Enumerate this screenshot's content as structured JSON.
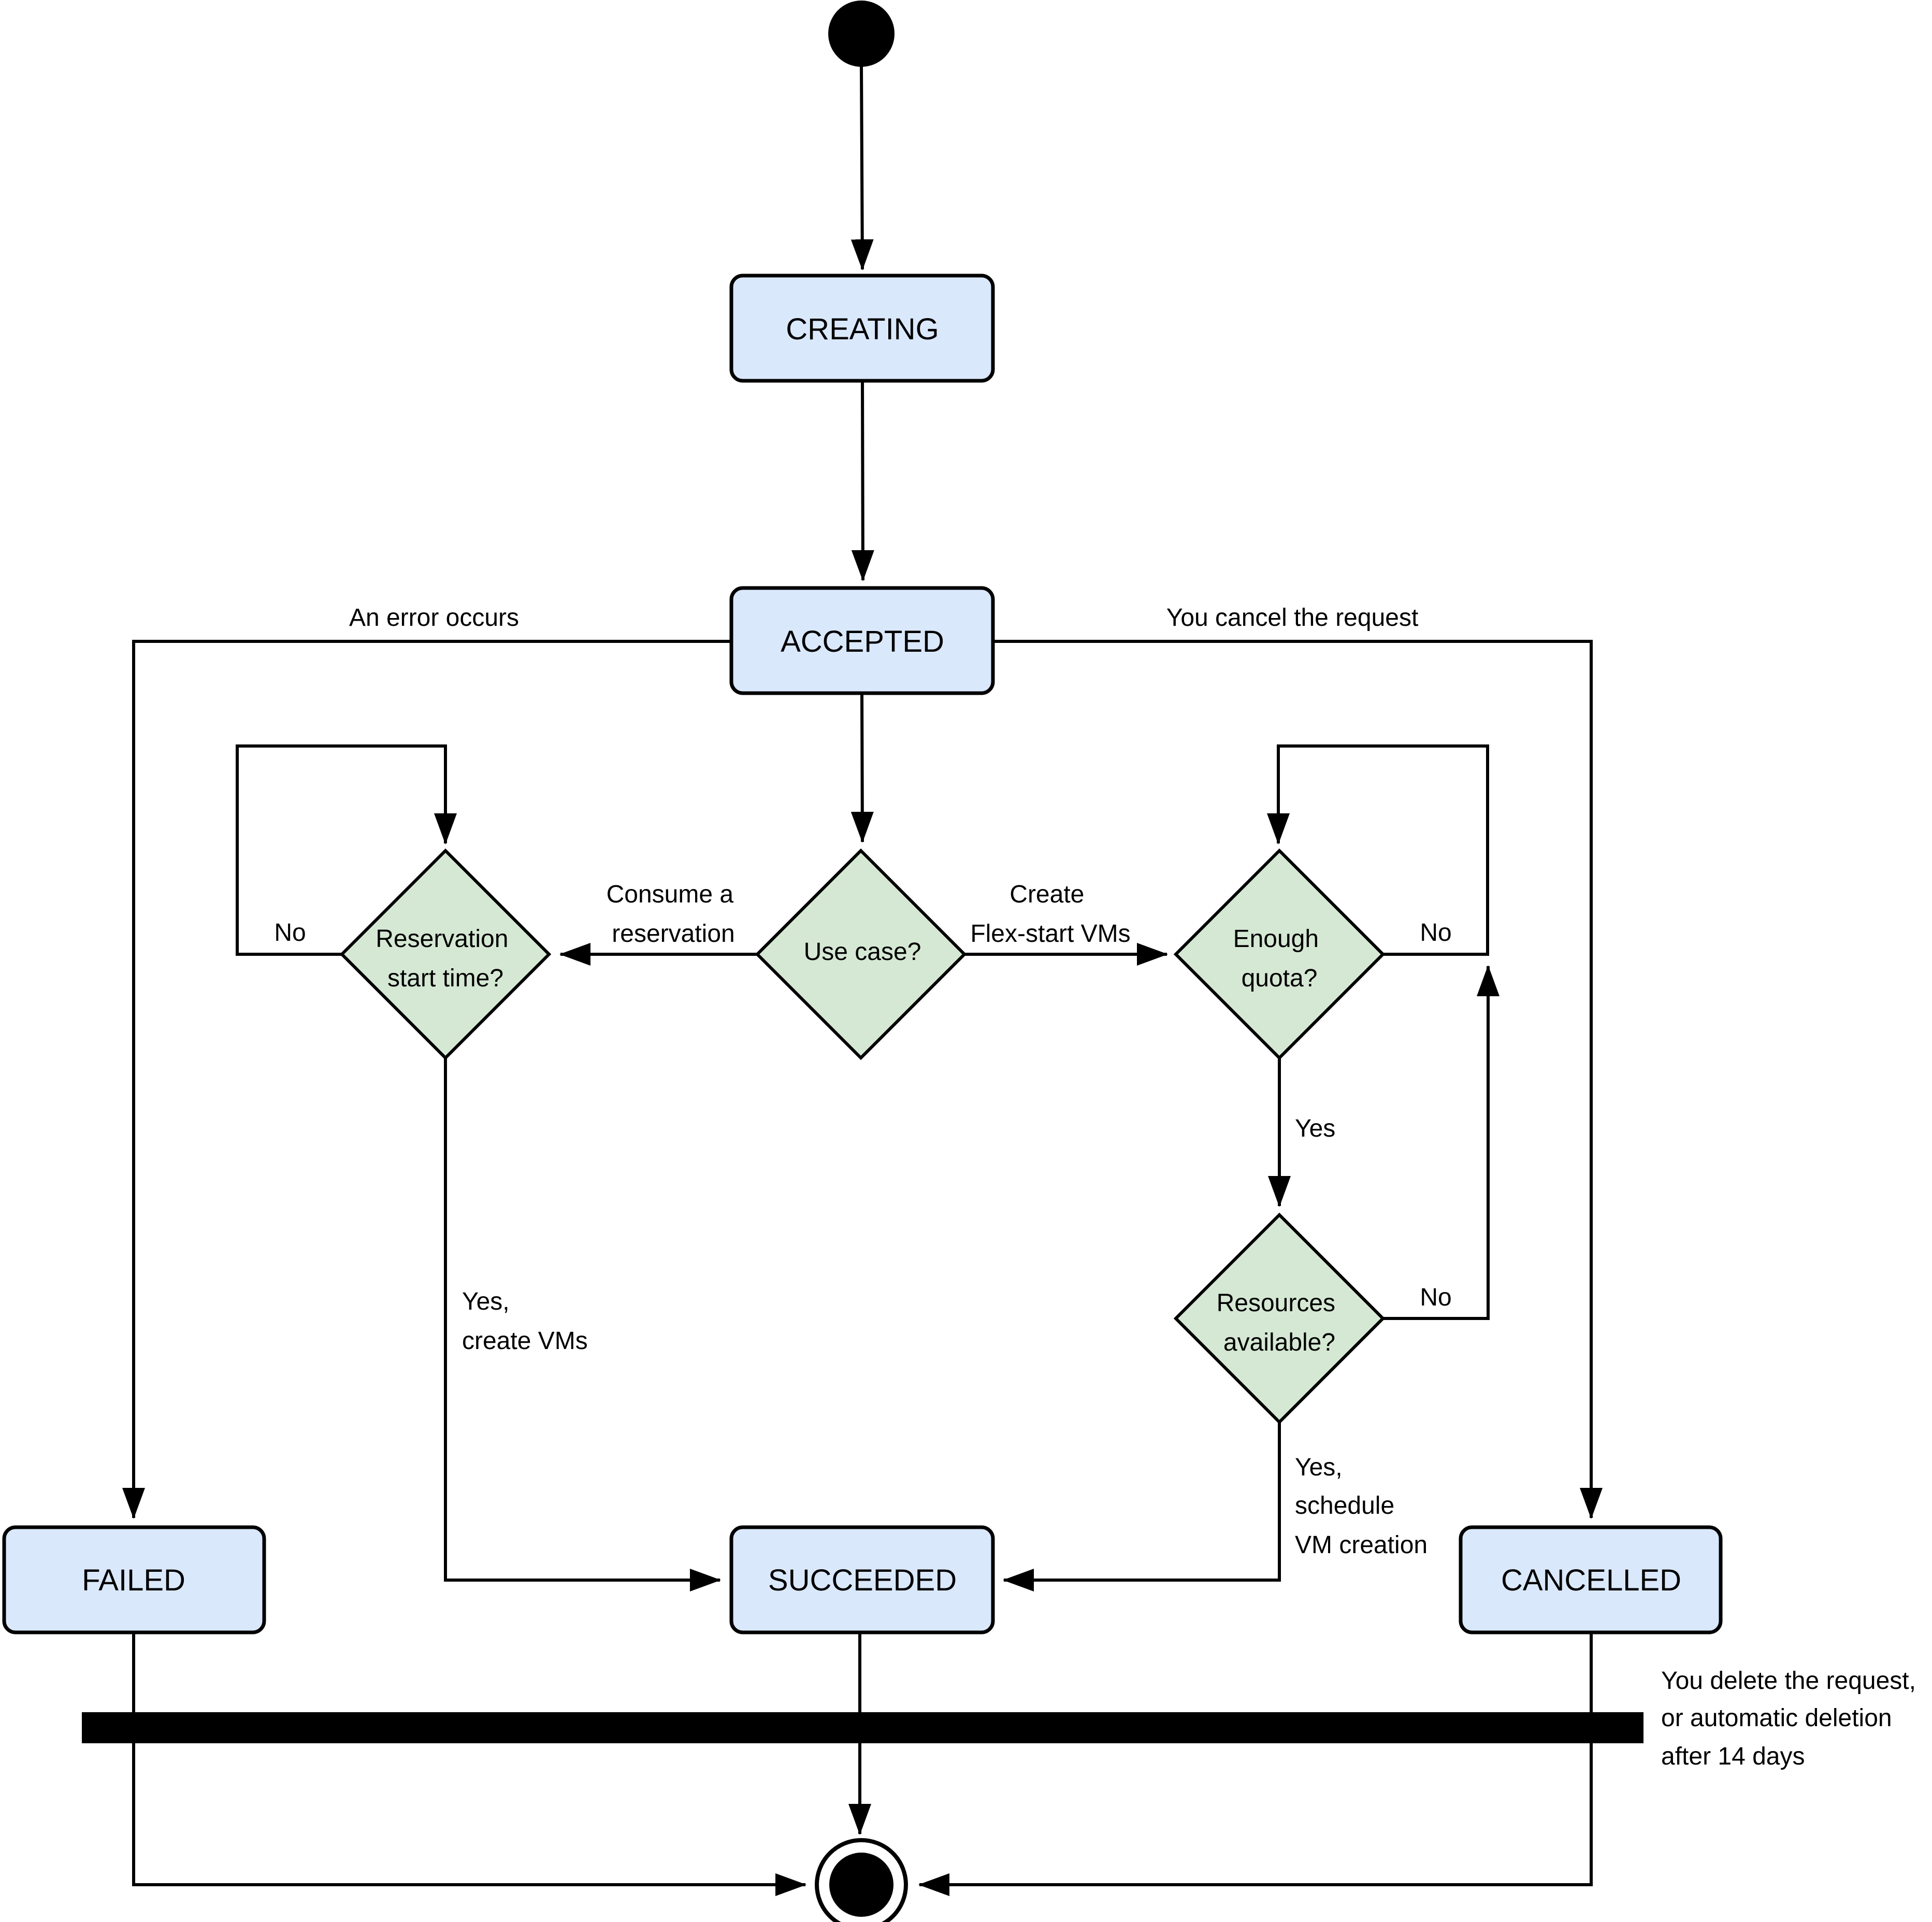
{
  "states": {
    "creating": "CREATING",
    "accepted": "ACCEPTED",
    "failed": "FAILED",
    "succeeded": "SUCCEEDED",
    "cancelled": "CANCELLED"
  },
  "decisions": {
    "use_case": [
      "Use case?"
    ],
    "reservation_start": [
      "Reservation",
      "start time?"
    ],
    "enough_quota": [
      "Enough",
      "quota?"
    ],
    "resources_available": [
      "Resources",
      "available?"
    ]
  },
  "edge_labels": {
    "error": [
      "An error occurs"
    ],
    "cancel": [
      "You cancel the request"
    ],
    "consume": [
      "Consume a",
      "reservation"
    ],
    "create_flex": [
      "Create",
      "Flex-start VMs"
    ],
    "reservation_no": [
      "No"
    ],
    "quota_no": [
      "No"
    ],
    "quota_yes": [
      "Yes"
    ],
    "resources_no": [
      "No"
    ],
    "reservation_yes": [
      "Yes,",
      "create VMs"
    ],
    "resources_yes": [
      "Yes,",
      "schedule",
      "VM creation"
    ],
    "delete": [
      "You delete the request,",
      "or automatic deletion",
      "after 14 days"
    ]
  },
  "colors": {
    "state_fill": "#dae8fc",
    "decision_fill": "#d5e8d4",
    "stroke": "#000000"
  }
}
